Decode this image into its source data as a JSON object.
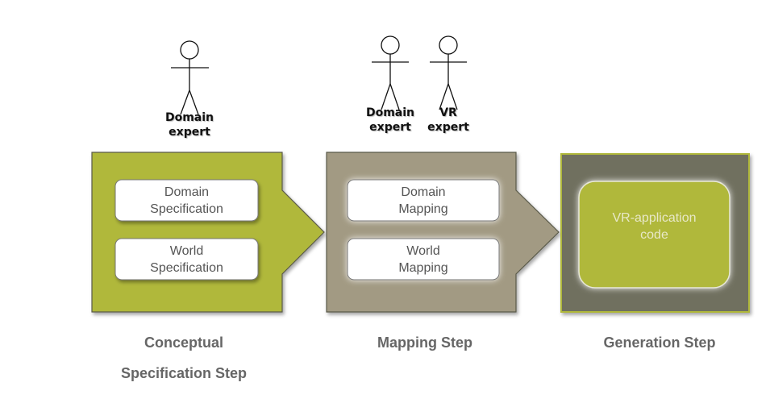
{
  "actors": {
    "conceptual_domain": "Domain\nexpert",
    "mapping_domain": "Domain\nexpert",
    "mapping_vr": "VR\nexpert"
  },
  "conceptual": {
    "domain_spec": "Domain\nSpecification",
    "world_spec": "World\nSpecification",
    "label": "Conceptual\nSpecification Step"
  },
  "mapping": {
    "domain_mapping": "Domain\nMapping",
    "world_mapping": "World\nMapping",
    "label": "Mapping Step"
  },
  "generation": {
    "code": "VR-application\ncode",
    "label": "Generation Step"
  },
  "colors": {
    "olive": "#b0b83a",
    "taupe": "#a29a83",
    "dark": "#6f705e"
  }
}
